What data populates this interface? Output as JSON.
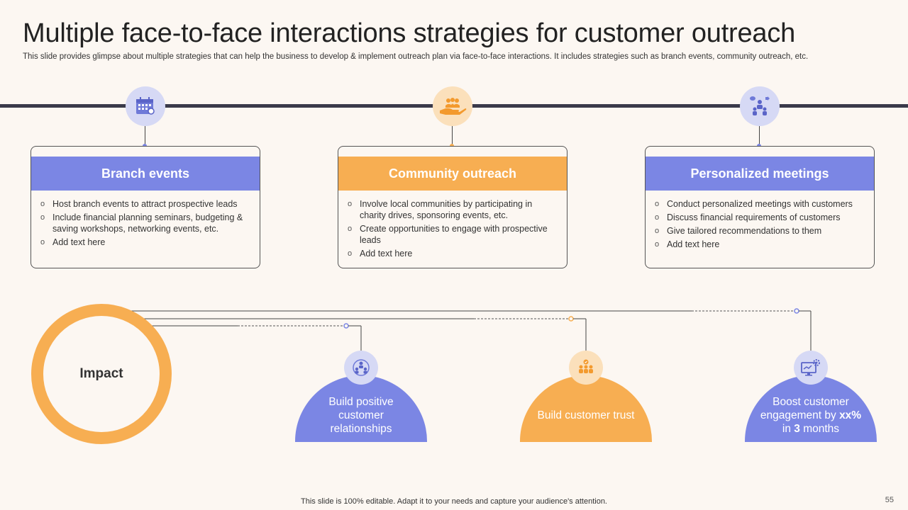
{
  "header": {
    "title": "Multiple face-to-face interactions strategies for customer outreach",
    "subtitle": "This slide provides glimpse about multiple strategies that can help the business to develop & implement outreach plan via face-to-face interactions. It includes strategies such as branch events, community outreach, etc."
  },
  "strategies": [
    {
      "title": "Branch events",
      "icon": "calendar-icon",
      "color": "#7b86e4",
      "bullets": [
        "Host branch events to attract prospective leads",
        "Include financial planning seminars, budgeting & saving workshops, networking events, etc.",
        "Add text here"
      ]
    },
    {
      "title": "Community outreach",
      "icon": "helping-hand-icon",
      "color": "#f7ae52",
      "bullets": [
        "Involve local communities by participating in charity drives, sponsoring events, etc.",
        "Create opportunities to engage with prospective leads",
        "Add text here"
      ]
    },
    {
      "title": "Personalized meetings",
      "icon": "meeting-icon",
      "color": "#7b86e4",
      "bullets": [
        "Conduct personalized meetings with customers",
        "Discuss financial requirements of customers",
        "Give tailored recommendations to them",
        "Add text here"
      ]
    }
  ],
  "impact": {
    "label": "Impact",
    "items": [
      {
        "text": "Build positive customer relationships",
        "icon": "relationships-icon",
        "color": "#7b86e4"
      },
      {
        "text": "Build customer trust",
        "icon": "trust-icon",
        "color": "#f7ae52"
      },
      {
        "text_pre": "Boost customer engagement by ",
        "text_bold1": "xx%",
        "text_mid": " in ",
        "text_bold2": "3",
        "text_post": " months",
        "icon": "engagement-icon",
        "color": "#7b86e4"
      }
    ]
  },
  "footer": {
    "note": "This slide is 100% editable. Adapt it to your needs and capture your audience's attention.",
    "page": "55"
  }
}
